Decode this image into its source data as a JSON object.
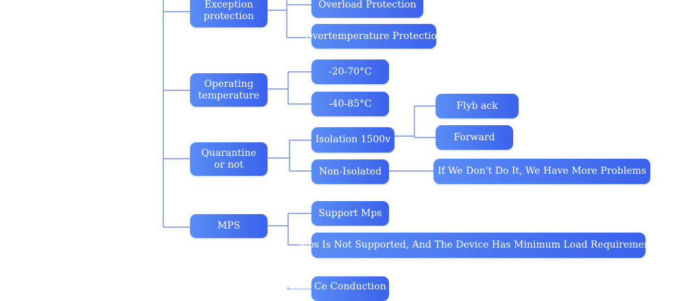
{
  "categories": [
    {
      "label": "Exception\nprotection",
      "children": [
        "Overload Protection",
        "Overtemperature Protection"
      ]
    },
    {
      "label": "Operating\ntemperature",
      "children": [
        "-20-70°C",
        "-40-85°C"
      ]
    },
    {
      "label": "Quarantine\nor not",
      "children": [
        "Isolation 1500v",
        "Non-Isolated"
      ]
    },
    {
      "label": "MPS",
      "children": [
        "Support Mps",
        "Mps Is Not Supported, And The Device Has Minimum Load Requirements"
      ]
    },
    {
      "label": "",
      "children": [
        "Ce Conduction"
      ]
    }
  ],
  "subnodes": {
    "isolation": [
      "Flyb ack",
      "Forward"
    ],
    "non_isolated": [
      "If We Don't Do It, We Have More Problems"
    ]
  },
  "colors": {
    "node_gradient_start": "#5a8cf5",
    "node_gradient_end": "#3b62ec",
    "connector": "#5577e6",
    "text": "#ffffff",
    "background": "#ffffff"
  }
}
